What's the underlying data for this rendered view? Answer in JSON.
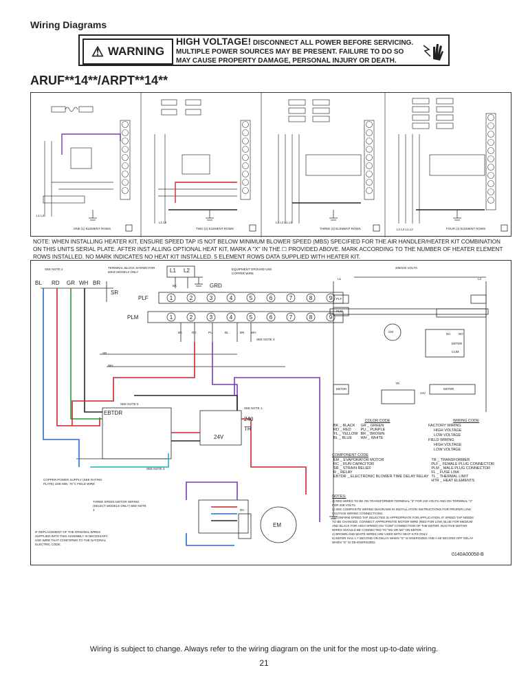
{
  "header": {
    "title": "Wiring Diagrams"
  },
  "warning": {
    "badge": "WARNING",
    "headline": "HIGH VOLTAGE!",
    "line1": "DISCONNECT ALL POWER BEFORE SERVICING.",
    "line2": "MULTIPLE POWER SOURCES MAY BE PRESENT. FAILURE TO DO SO",
    "line3": "MAY CAUSE PROPERTY DAMAGE, PERSONAL INJURY OR DEATH."
  },
  "model": "ARUF**14**/ARPT**14**",
  "upper": {
    "captions": [
      "ONE (1) ELEMENT ROWS",
      "TWO (2) ELEMENT ROWS",
      "THREE (3) ELEMENT ROWS",
      "FOUR (4) ELEMENT ROWS"
    ],
    "terminals": [
      "L1 L2",
      "L1 L2",
      "L1 L2 L1 L2",
      "L1 L2 L1 L2"
    ]
  },
  "note": "NOTE: WHEN INSTALLING HEATER KIT, ENSURE SPEED TAP IS NOT BELOW MINIMUM BLOWER SPEED (MBS) SPECIFIED FOR THE AIR HANDLER/HEATER KIT COMBINATION ON THIS UNITS SERIAL PLATE. AFTER INST ALLING OPTIONAL HEAT KIT, MARK A \"X\" IN THE ☐ PROVIDED ABOVE. MARK ACCORDING TO THE NUMBER OF HEATER ELEMENT ROWS INSTALLED. NO MARK INDICATES NO HEAT KIT INSTALLED. 5 ELEMENT ROWS DATA SUPPLIED WITH HEATER KIT.",
  "lower": {
    "see_note_2": "SEE NOTE 2",
    "terminal_block": "TERMINAL BLOCK SHOWN FOR 60HZ MODELS ONLY",
    "l1": "L1",
    "l2": "L2",
    "equipment_ground": "EQUIPMENT GROUND USE COPPER WIRE",
    "wire_labels": [
      "BL",
      "RD",
      "GR",
      "WH",
      "BR"
    ],
    "sr": "SR",
    "bk": "BK",
    "grd": "GRD",
    "plf": "PLF",
    "plm": "PLM",
    "plug_pins": [
      "1",
      "2",
      "3",
      "4",
      "5",
      "6",
      "7",
      "8",
      "9"
    ],
    "plm_wires": [
      "BK",
      "RD",
      "PU",
      "BL",
      "BR",
      "WH"
    ],
    "see_note_4": "SEE NOTE 4",
    "wh": "WH",
    "voltage": "208/240 VOLTS",
    "ebtdr": "EBTDR",
    "tr": "TR",
    "v240": "240",
    "v24": "24V",
    "see_note_1": "SEE NOTE 1",
    "see_note_5": "SEE NOTE 5",
    "see_note_3": "SEE NOTE 3",
    "copper_supply": "COPPER POWER SUPPLY (SEE RATING PLATE) USE MIN. 75°C FIELD WIRE",
    "three_speed": "THREE SPEED MOTOR WIRING (SELECT MODELS ONLY) SEE NOTE 3",
    "replacement": "IF REPLACEMENT OF THE ORIGINAL WIRES SUPPLIED WITH THIS ASSEMBLY IS NECESSARY USE WIRE THAT CONFORMS TO THE NATIONAL ELECTRIC CODE.",
    "em": "EM",
    "rc": "RC",
    "cm": "CM",
    "nc": "NC",
    "no": "NO",
    "com": "COM",
    "color_code_title": "COLOR CODE",
    "color_code": [
      "BK _ BLACK",
      "GR _ GREEN",
      "RD _ RED",
      "PU _ PURPLE",
      "YL _ YELLOW",
      "BR _ BROWN",
      "BL _ BLUE",
      "WH _ WHITE"
    ],
    "wiring_code_title": "WIRING CODE",
    "wiring_code": [
      "FACTORY WIRING",
      "HIGH VOLTAGE",
      "LOW VOLTAGE",
      "FIELD WIRING",
      "HIGH VOLTAGE",
      "LOW VOLTAGE"
    ],
    "component_code_title": "COMPONENT CODE",
    "component_code": [
      "EM _ EVAPORATOR MOTOR",
      "TR _ TRANSFORMER",
      "RC _ RUN CAPACITOR",
      "PLF _ FEMALE PLUG CONNECTOR",
      "SR _ STRAIN RELIEF",
      "PLM _ MALE PLUG CONNECTOR",
      "R _ RELAY",
      "FL _ FUSE LINK",
      "EBTDR _ ELECTRONIC BLOWER TIME DELAY RELAY",
      "TL _ THERMAL LIMIT",
      "",
      "HTR _ HEAT ELEMENTS"
    ],
    "notes_title": "NOTES:",
    "notes": [
      "1) RED WIRES TO BE ON TRANSFORMER TERMINAL \"3\" FOR 240 VOLTS AND ON TERMINAL \"2\" FOR 208 VOLTS.",
      "2) SEE COMPOSITE WIRING DIAGRAMS IN INSTALLATION INSTRUCTIONS FOR PROPER LOW VOLTAGE WIRING CONNECTIONS.",
      "3) CONFIRM SPEED TAP SELECTED IS APPROPRIATE FOR APPLICATION. IF SPEED TAP NEEDS TO BE CHANGED, CONNECT APPROPRIATE MOTOR WIRE (RED FOR LOW, BLUE FOR MEDIUM AND BLACK FOR HIGH SPEED) ON \"COM\" CONNECTION OF THE EBTDR. INACTIVE MOTOR WIRES SHOULD BE CONNECTED TO \"M1 OR M2\" ON EBTDR.",
      "4) BROWN AND WHITE WIRES ARE USED WITH HEAT KITS ONLY.",
      "5) EBTDR HAS A 7 SECOND ON DELAY WHEN \"G\" IS ENERGIZED AND A 65 SECOND OFF DELAY WHEN \"G\" IS DE-ENERGIZED."
    ],
    "part_number": "0140A00058-B"
  },
  "footer": "Wiring is subject to change. Always refer to the wiring diagram on the unit for the most up-to-date wiring.",
  "page_number": "21",
  "colors": {
    "black": "#222",
    "red": "#d0242a",
    "green": "#2a9a3a",
    "blue": "#2a6ad0",
    "purple": "#7a3ab0",
    "cyan": "#1ab0c8"
  }
}
